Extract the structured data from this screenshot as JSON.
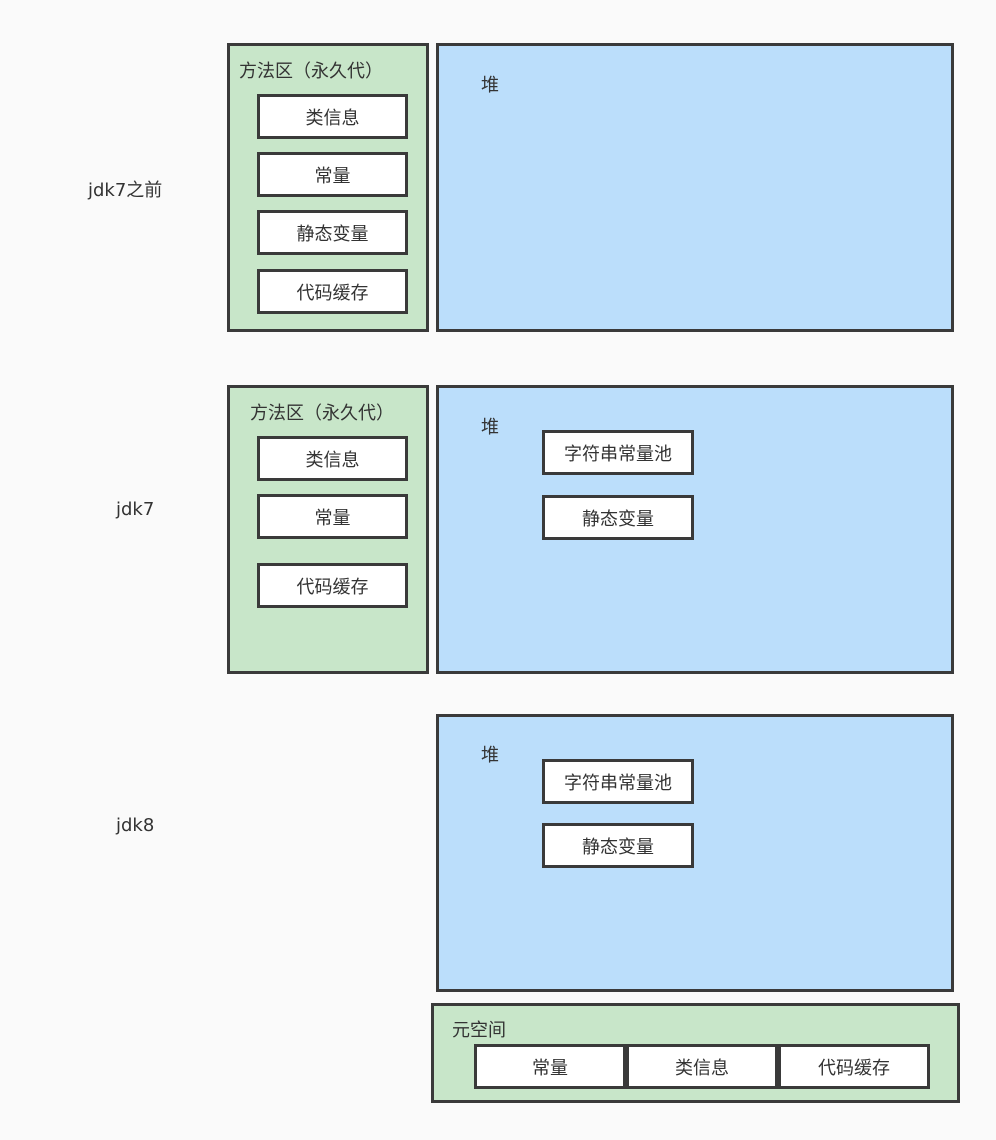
{
  "rows": [
    {
      "label": "jdk7之前",
      "method_area": {
        "title": "方法区（永久代）",
        "items": [
          "类信息",
          "常量",
          "静态变量",
          "代码缓存"
        ]
      },
      "heap": {
        "title": "堆",
        "items": []
      }
    },
    {
      "label": "jdk7",
      "method_area": {
        "title": "方法区（永久代）",
        "items": [
          "类信息",
          "常量",
          "代码缓存"
        ]
      },
      "heap": {
        "title": "堆",
        "items": [
          "字符串常量池",
          "静态变量"
        ]
      }
    },
    {
      "label": "jdk8",
      "heap": {
        "title": "堆",
        "items": [
          "字符串常量池",
          "静态变量"
        ]
      },
      "metaspace": {
        "title": "元空间",
        "items": [
          "常量",
          "类信息",
          "代码缓存"
        ]
      }
    }
  ],
  "colors": {
    "method_area_fill": "#c8e6c9",
    "heap_fill": "#bbdefb",
    "border": "#3a3a3a",
    "item_fill": "#ffffff",
    "background": "#fafafa"
  }
}
